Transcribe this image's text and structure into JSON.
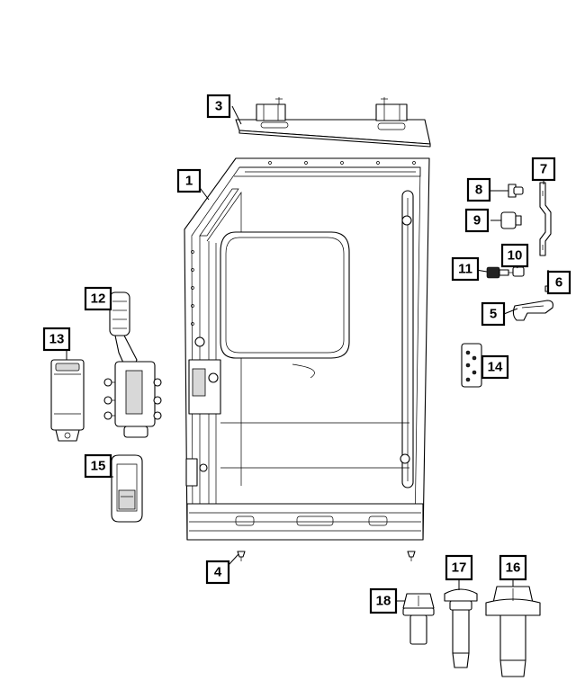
{
  "callouts": [
    {
      "id": "c1",
      "label": "1"
    },
    {
      "id": "c2",
      "label": "3"
    },
    {
      "id": "c3",
      "label": "4"
    },
    {
      "id": "c4",
      "label": "5"
    },
    {
      "id": "c5",
      "label": "6"
    },
    {
      "id": "c6",
      "label": "7"
    },
    {
      "id": "c7",
      "label": "8"
    },
    {
      "id": "c8",
      "label": "9"
    },
    {
      "id": "c9",
      "label": "10"
    },
    {
      "id": "c10",
      "label": "11"
    },
    {
      "id": "c11",
      "label": "12"
    },
    {
      "id": "c12",
      "label": "13"
    },
    {
      "id": "c13",
      "label": "14"
    },
    {
      "id": "c14",
      "label": "15"
    },
    {
      "id": "c15",
      "label": "16"
    },
    {
      "id": "c16",
      "label": "17"
    },
    {
      "id": "c17",
      "label": "18"
    }
  ]
}
